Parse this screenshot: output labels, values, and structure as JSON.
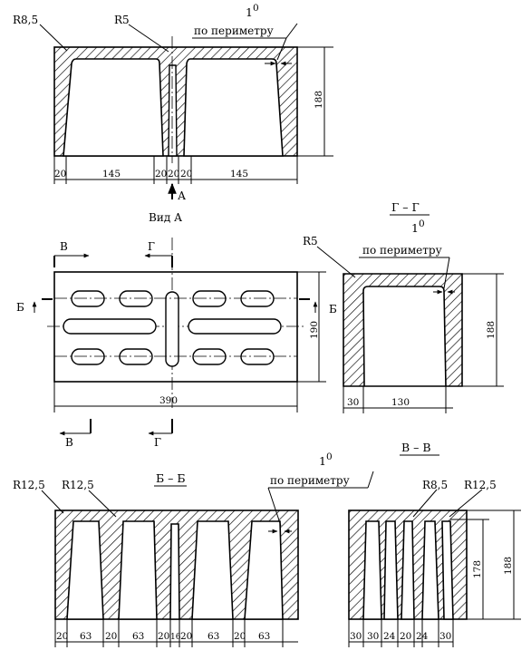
{
  "top_view": {
    "radius_left": "R8,5",
    "radius_mid": "R5",
    "angle": "1",
    "degree": "0",
    "perimeter": "по периметру",
    "height_dim": "188",
    "dims": [
      "20",
      "145",
      "20",
      "20",
      "20",
      "145"
    ],
    "arrow_letter": "А",
    "view_label": "Вид А"
  },
  "plan_view": {
    "cut_v": "В",
    "cut_g": "Г",
    "cut_b": "Б",
    "height_dim": "190",
    "length_dim": "390"
  },
  "section_gg": {
    "title": "Г – Г",
    "radius": "R5",
    "angle": "1",
    "degree": "0",
    "perimeter": "по периметру",
    "height_dim": "188",
    "dims": [
      "30",
      "130"
    ]
  },
  "section_bb": {
    "title": "Б – Б",
    "radius_a": "R12,5",
    "radius_b": "R12,5",
    "angle": "1",
    "degree": "0",
    "perimeter": "по периметру",
    "dims": [
      "20",
      "63",
      "20",
      "63",
      "20",
      "16",
      "20",
      "63",
      "20",
      "63"
    ]
  },
  "section_vv": {
    "title": "В – В",
    "radius_a": "R8,5",
    "radius_b": "R12,5",
    "inner_height_dim": "178",
    "height_dim": "188",
    "dims": [
      "30",
      "30",
      "24",
      "20",
      "24",
      "30"
    ]
  }
}
